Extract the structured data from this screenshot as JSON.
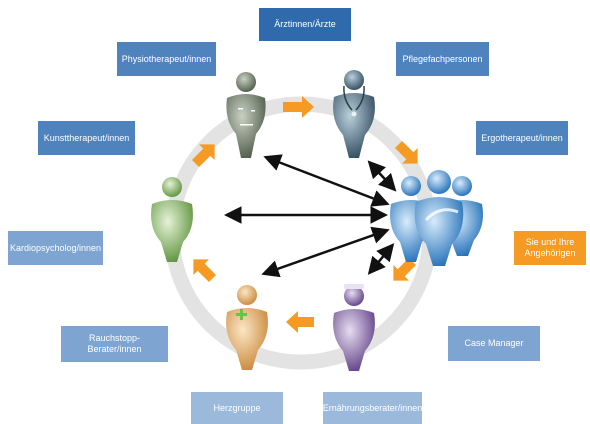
{
  "labels": {
    "aerzte": "Ärztinnen/Ärzte",
    "physio": "Physiotherapeut/innen",
    "pflege": "Pflegefachpersonen",
    "kunst": "Kunsttherapeut/innen",
    "ergo": "Ergotherapeut/innen",
    "kardio": "Kardiopsycholog/innen",
    "patient": "Sie und Ihre Angehörigen",
    "rauchstopp": "Rauchstopp-Berater/innen",
    "case": "Case Manager",
    "herzgruppe": "Herzgruppe",
    "ernaehrung": "Ernährungsberater/innen"
  },
  "colors": {
    "ring": "#e3e3e3",
    "arrow_orange": "#f59a23",
    "arrow_black": "#111111",
    "figure_doctor": "#5f6b5a",
    "figure_nurse": "#3f5c6e",
    "figure_art": "#6ea24a",
    "figure_smoke": "#e0a85a",
    "figure_nutrition": "#7a5aa0",
    "figure_patients": "#2f7fc8"
  }
}
